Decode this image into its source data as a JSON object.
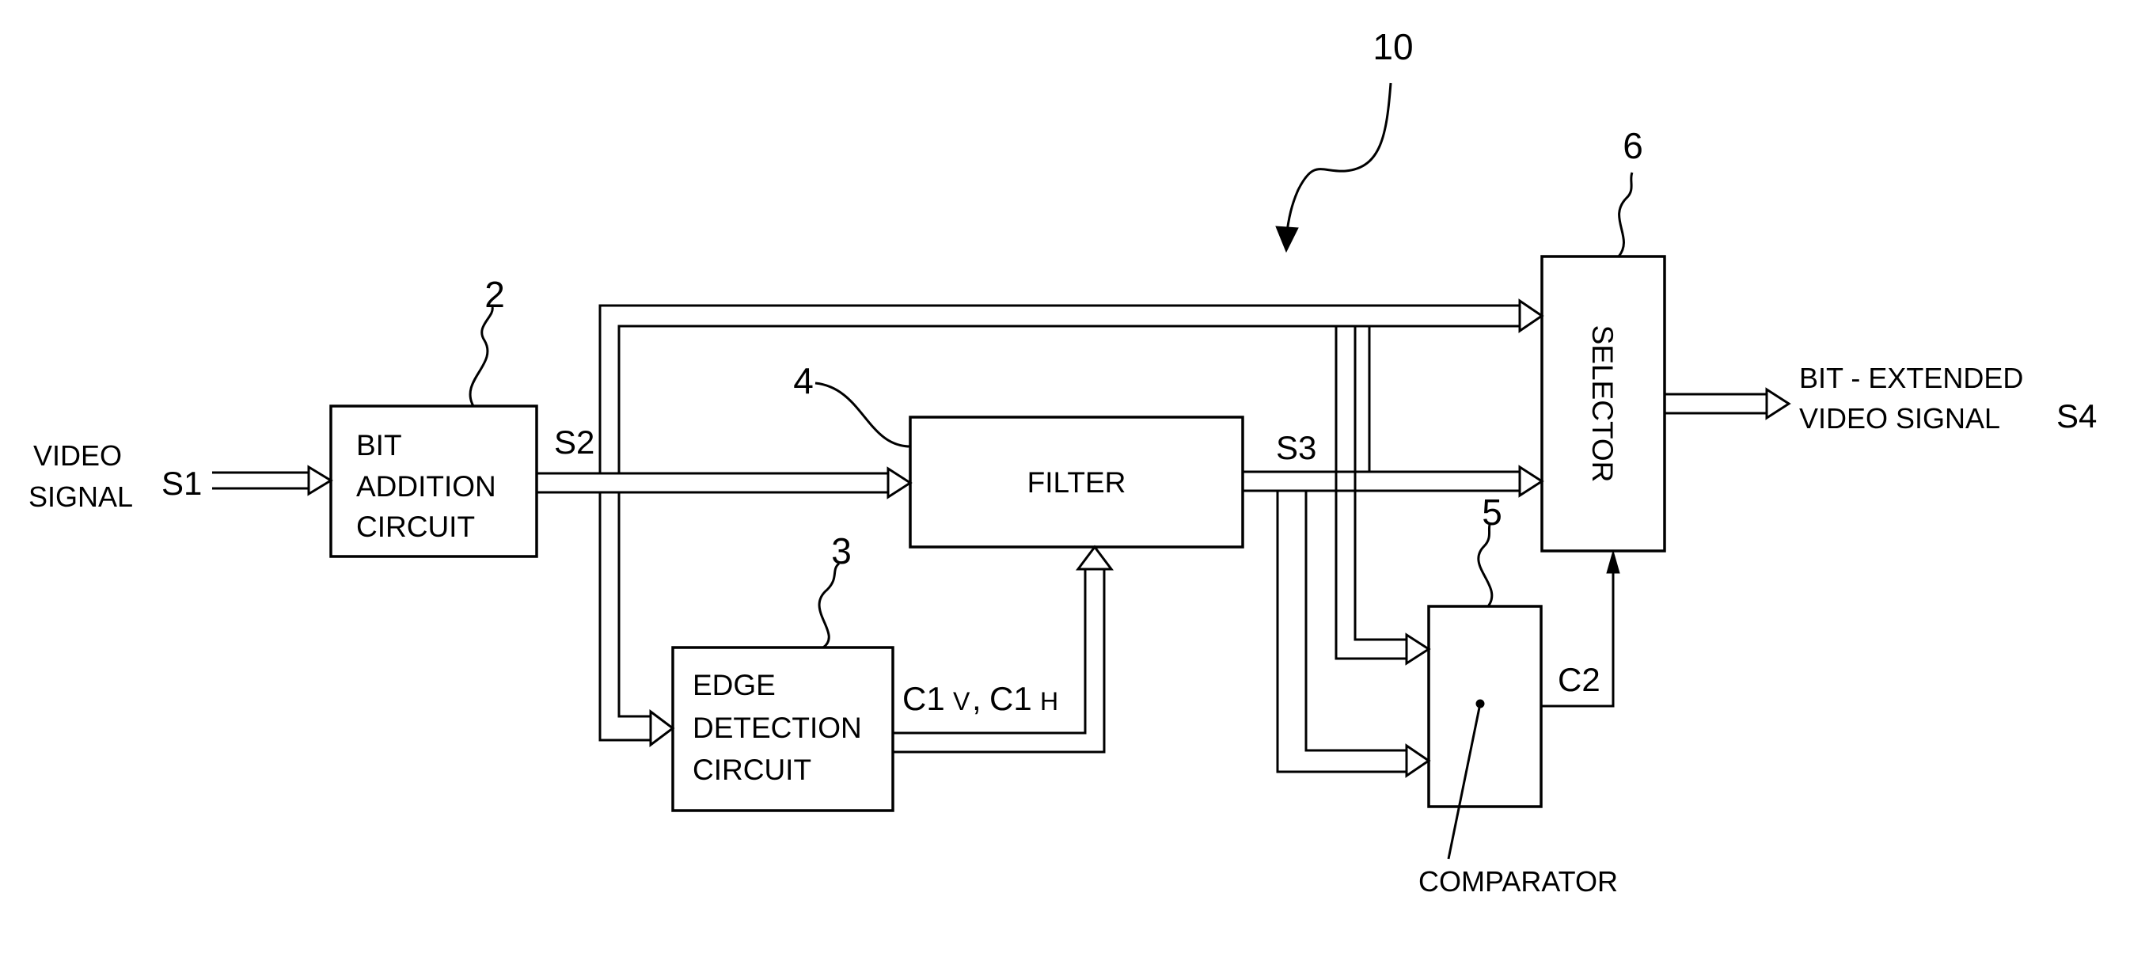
{
  "reference": "10",
  "blocks": {
    "bit_addition": {
      "number": "2",
      "lines": [
        "BIT",
        "ADDITION",
        "CIRCUIT"
      ]
    },
    "edge_detection": {
      "number": "3",
      "lines": [
        "EDGE",
        "DETECTION",
        "CIRCUIT"
      ]
    },
    "filter": {
      "number": "4",
      "label": "FILTER"
    },
    "comparator": {
      "number": "5",
      "label": "COMPARATOR"
    },
    "selector": {
      "number": "6",
      "label": "SELECTOR"
    }
  },
  "signals": {
    "input_line1": "VIDEO",
    "input_line2": "SIGNAL",
    "s1": "S1",
    "s2": "S2",
    "s3": "S3",
    "c1_v_main": "C1",
    "c1_v_sub": "V",
    "c1_h_main": "C1",
    "c1_h_sub": "H",
    "c2": "C2",
    "output_line1": "BIT - EXTENDED",
    "output_line2": "VIDEO  SIGNAL",
    "s4": "S4"
  }
}
